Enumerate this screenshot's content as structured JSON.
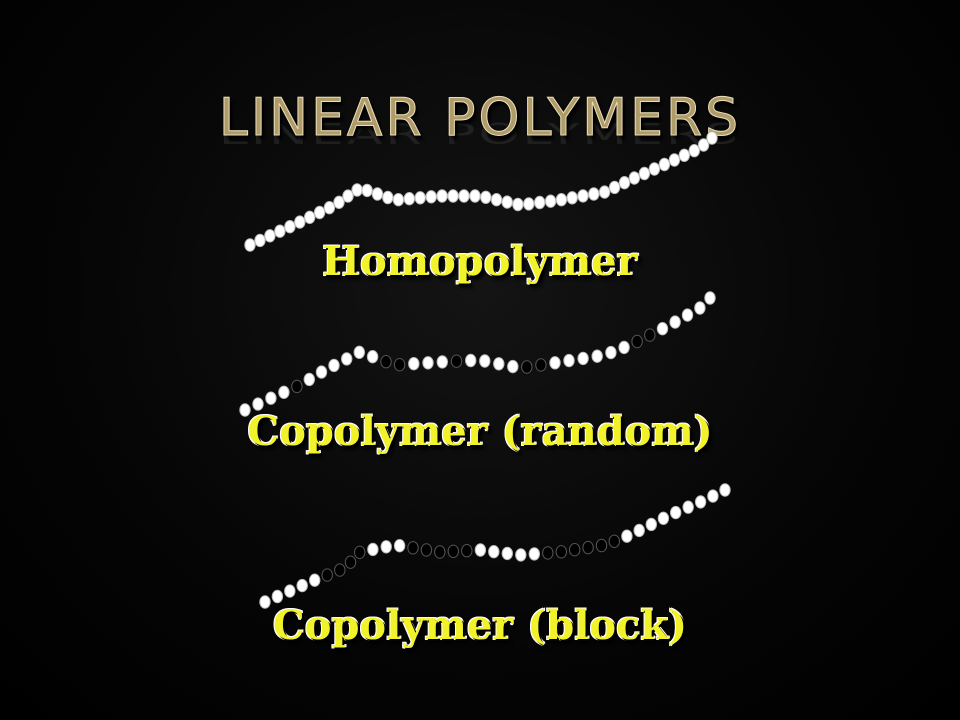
{
  "slide": {
    "title": "LINEAR POLYMERS",
    "labels": {
      "homopolymer": "Homopolymer",
      "random": "Copolymer (random)",
      "block": "Copolymer (block)"
    }
  },
  "colors": {
    "background": "#000000",
    "title": "#b09c6a",
    "label": "#f2f22a",
    "bead_white": "#ffffff",
    "bead_black": "#000000"
  },
  "chains": {
    "homopolymer": "WWWWWWWWWWWWWWWWWWWWWWWWWWWWWWWWWWWWWWWWWWWWWW",
    "random": "WWWWBWWWWWWBBWWWBWWWWBBWWWWWWBBWWWWW",
    "block": "WWWWWBBBBWWWBBBBBWWWWWBBBBBBWWWWWWWWW"
  }
}
